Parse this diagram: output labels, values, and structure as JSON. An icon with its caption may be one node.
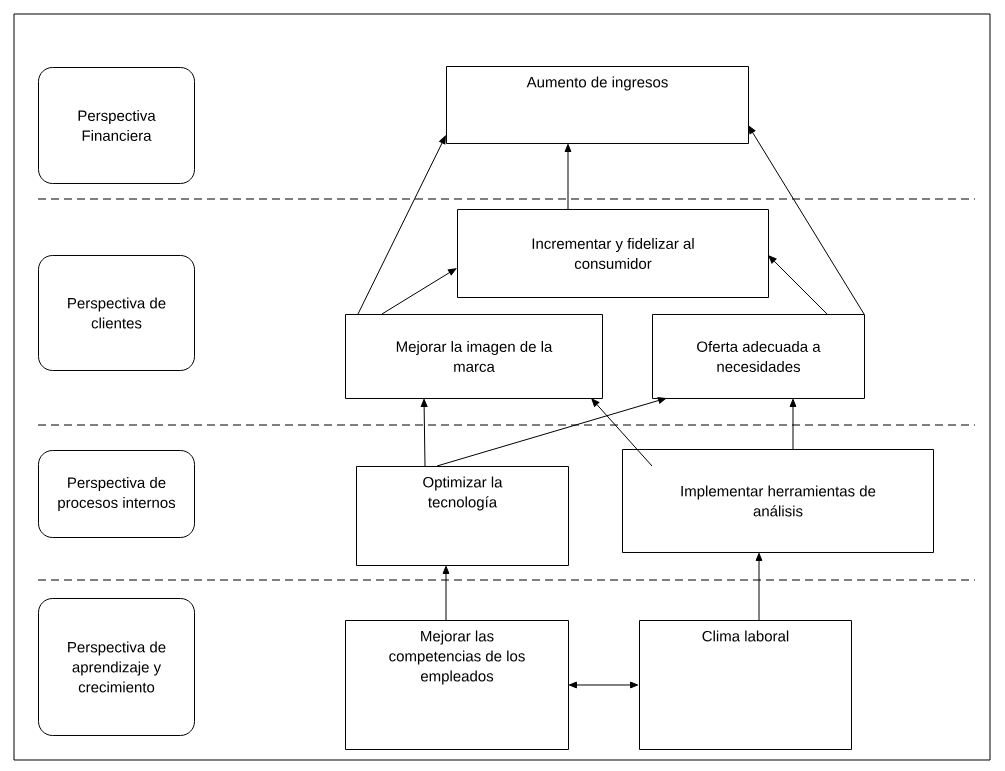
{
  "diagram": {
    "nodes": [
      {
        "text": [
          "Perspectiva Financiera"
        ]
      },
      {
        "text": [
          "Perspectiva de clientes"
        ]
      },
      {
        "text": [
          "Perspectiva de procesos internos"
        ]
      },
      {
        "text": [
          "Perspectiva de aprendizaje y crecimiento"
        ]
      },
      {
        "text": [
          "Aumento de ingresos"
        ]
      },
      {
        "text": [
          "Incrementar y fidelizar al consumidor"
        ]
      },
      {
        "text": [
          "Mejorar la imagen de la marca"
        ]
      },
      {
        "text": [
          "Oferta adecuada a necesidades"
        ]
      },
      {
        "text": [
          "Optimizar la tecnología"
        ]
      },
      {
        "text": [
          "Implementar herramientas de análisis"
        ]
      },
      {
        "text": [
          "Mejorar las competencias de los empleados"
        ]
      },
      {
        "text": [
          "Clima laboral"
        ]
      }
    ],
    "edges": [
      {
        "from": 6,
        "to": 4,
        "arrow": "to"
      },
      {
        "from": 5,
        "to": 4,
        "arrow": "to"
      },
      {
        "from": 7,
        "to": 4,
        "arrow": "to"
      },
      {
        "from": 6,
        "to": 5,
        "arrow": "to"
      },
      {
        "from": 7,
        "to": 5,
        "arrow": "to"
      },
      {
        "from": 8,
        "to": 6,
        "arrow": "to"
      },
      {
        "from": 8,
        "to": 7,
        "arrow": "to"
      },
      {
        "from": 9,
        "to": 6,
        "arrow": "to"
      },
      {
        "from": 9,
        "to": 7,
        "arrow": "to"
      },
      {
        "from": 10,
        "to": 8,
        "arrow": "to"
      },
      {
        "from": 11,
        "to": 9,
        "arrow": "to"
      },
      {
        "from": 10,
        "to": 11,
        "arrow": "both"
      }
    ]
  }
}
